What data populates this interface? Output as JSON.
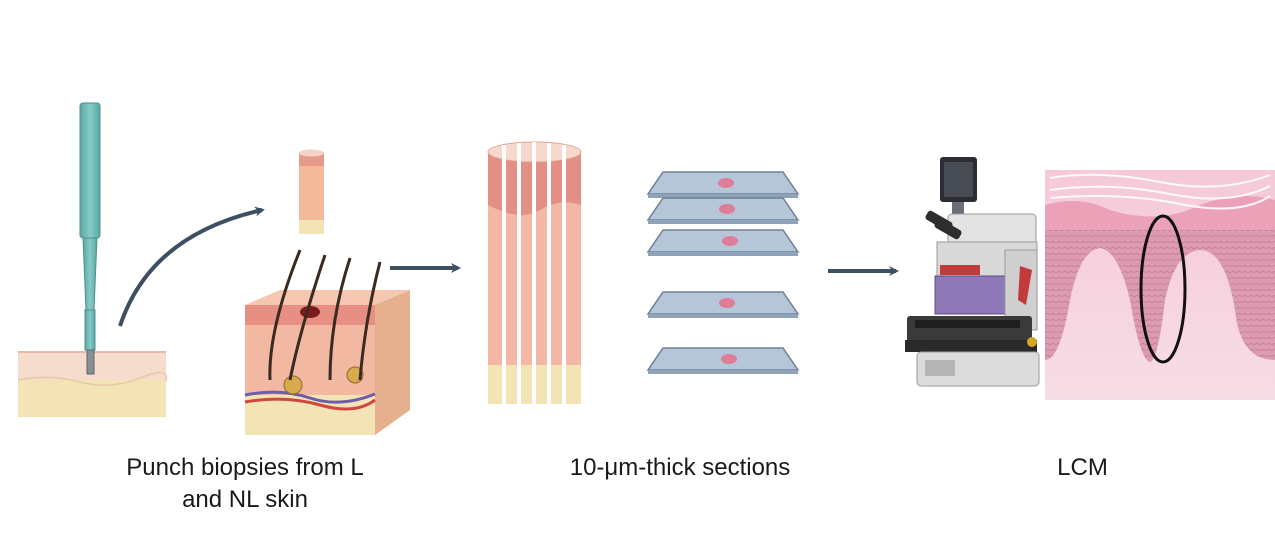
{
  "steps": [
    {
      "line1": "Punch biopsies from L",
      "line2": "and NL skin"
    },
    {
      "line1": "10-μm-thick sections"
    },
    {
      "line1": "LCM"
    }
  ],
  "colors": {
    "arrow": "#3d4f63",
    "punch_tool": "#6fb8b5",
    "skin_pink": "#f2c2b4",
    "skin_fat": "#f3e4b5",
    "tissue_pink": "#e8a59a",
    "slide_blue": "#b4c6d8",
    "sample_pink": "#de7d98",
    "microscope_gray": "#d9d9d9",
    "microscope_purple": "#8e78b5",
    "histology_pink": "#e7a9c0",
    "outline_black": "#111111"
  },
  "icons": [
    "punch-biopsy-tool-icon",
    "skin-surface-icon",
    "biopsy-core-icon",
    "skin-cross-section-icon",
    "tissue-cylinder-icon",
    "glass-slide-icon",
    "microscope-icon",
    "histology-section-icon",
    "arrow-right-icon",
    "curved-arrow-icon"
  ]
}
